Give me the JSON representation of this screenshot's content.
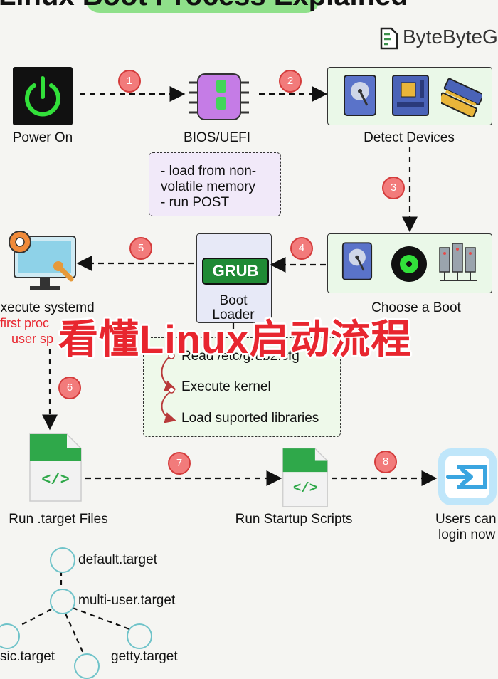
{
  "header": {
    "title": "Linux Boot Process Explained",
    "brand": "ByteByteGo"
  },
  "steps": {
    "power_on": "Power On",
    "bios": "BIOS/UEFI",
    "bios_notes": [
      "- load from non-",
      "volatile memory",
      "- run POST"
    ],
    "detect": "Detect Devices",
    "choose": "Choose a Boot",
    "grub": "GRUB",
    "boot_loader_1": "Boot",
    "boot_loader_2": "Loader",
    "systemd": "Execute systemd",
    "systemd_note_1": "first proc",
    "systemd_note_2": "user sp",
    "loader_notes": [
      "Read /etc/grub2.cfg",
      "Execute kernel",
      "Load suported libraries"
    ],
    "run_target": "Run .target Files",
    "startup": "Run Startup Scripts",
    "login_1": "Users can",
    "login_2": "login now"
  },
  "badges": [
    "1",
    "2",
    "3",
    "4",
    "5",
    "6",
    "7",
    "8"
  ],
  "targets": {
    "default": "default.target",
    "multi": "multi-user.target",
    "basic": "sic.target",
    "getty": "getty.target"
  },
  "overlay": "看懂Linux启动流程",
  "colors": {
    "accent_green": "#8fe08a",
    "badge_red": "#f27b7b",
    "overlay_red": "#e8262f",
    "node_teal": "#6fc3c9"
  }
}
